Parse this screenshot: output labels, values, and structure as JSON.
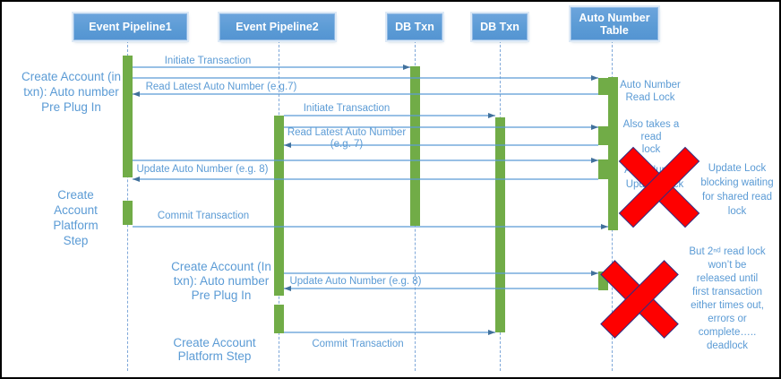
{
  "colors": {
    "accent_blue": "#5B9BD5",
    "activation_green": "#71AC47",
    "arrowhead_blue": "#41719C",
    "x_red": "#FE0000",
    "x_outline": "#2D2E83"
  },
  "lifelines": {
    "ep1": "Event Pipeline1",
    "ep2": "Event Pipeline2",
    "db1": "DB Txn",
    "db2": "DB Txn",
    "ant": "Auto Number Table"
  },
  "messages": {
    "m1": "Initiate Transaction",
    "m2": "Read Latest Auto Number (e.g.7)",
    "m3": "Initiate Transaction",
    "m4": "Read Latest Auto Number\n(e.g. 7)",
    "m5": "Update Auto Number (e.g. 8)",
    "m6": "Commit Transaction",
    "m7": "Update Auto Number (e.g. 8)",
    "m8": "Commit Transaction"
  },
  "steps": {
    "s1": "Create Account (in\ntxn): Auto number\nPre Plug In",
    "s2": "Create\nAccount\nPlatform\nStep",
    "s3": "Create Account (In\ntxn): Auto number\nPre Plug In",
    "s4": "Create Account\nPlatform Step"
  },
  "annotations": {
    "read_lock": "Auto Number\nRead Lock",
    "also_read": "Also takes a read\nlock",
    "update_lock": "Auto Number\nUpdate Lock",
    "blocking": "Update Lock\nblocking waiting\nfor shared read\nlock",
    "deadlock": "But 2ⁿᵈ read lock\nwon’t be\nreleased until\nfirst transaction\neither times out,\nerrors or\ncomplete…..\ndeadlock"
  }
}
